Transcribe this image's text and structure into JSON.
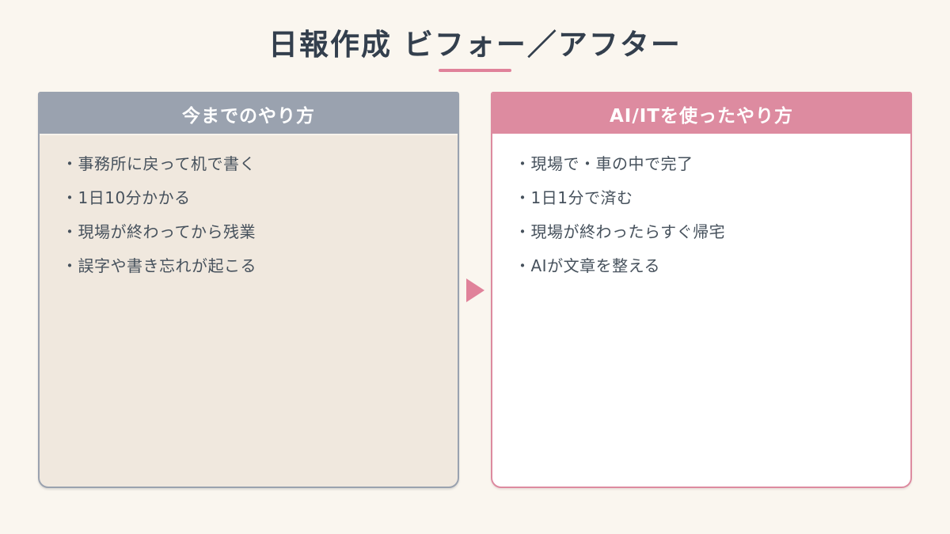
{
  "slide": {
    "title": "日報作成 ビフォー／アフター"
  },
  "panels": {
    "before": {
      "title": "今までのやり方",
      "items": [
        "・事務所に戻って机で書く",
        "・1日10分かかる",
        "・現場が終わってから残業",
        "・誤字や書き忘れが起こる"
      ]
    },
    "after": {
      "title": "AI/ITを使ったやり方",
      "items": [
        "・現場で・車の中で完了",
        "・1日1分で済む",
        "・現場が終わったらすぐ帰宅",
        "・AIが文章を整える"
      ]
    }
  },
  "icons": {
    "arrow": "right-triangle"
  },
  "colors": {
    "background": "#faf6ef",
    "title_text": "#333f4d",
    "accent_pink": "#dd8ba0",
    "underline_pink": "#e0829a",
    "header_gray": "#9aa2af",
    "before_body_bg": "#f0e8de",
    "after_body_bg": "#ffffff",
    "body_text": "#46515c",
    "header_text": "#ffffff"
  }
}
